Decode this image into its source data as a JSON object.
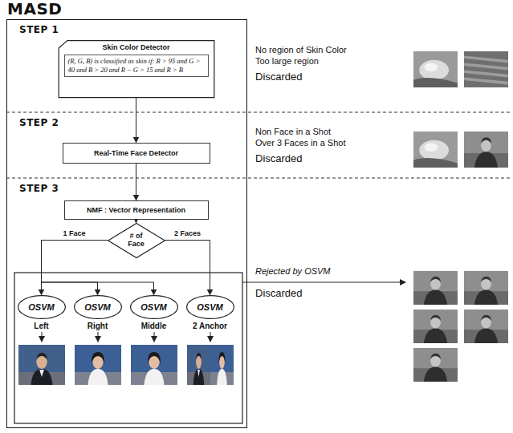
{
  "diagram": {
    "nodes": [
      {
        "text": [
          "MASD"
        ]
      },
      {
        "text": [
          "Skin Color Detector",
          "(R, G, B) is classified as skin if: R > 95 and G > 40 and B > 20 and R − G > 15 and R > B"
        ],
        "in": 0
      },
      {
        "text": [
          "Real-Time Face Detector"
        ],
        "in": 0
      },
      {
        "text": [
          "NMF : Vector Representation"
        ],
        "in": 0
      },
      {
        "text": [
          "# of Face"
        ],
        "in": 0
      },
      {
        "text": [
          "OSVM",
          "Left"
        ],
        "in": 0
      },
      {
        "text": [
          "OSVM",
          "Right"
        ],
        "in": 0
      },
      {
        "text": [
          "OSVM",
          "Middle"
        ],
        "in": 0
      },
      {
        "text": [
          "OSVM",
          "2 Anchor"
        ],
        "in": 0
      }
    ],
    "edges": [
      {
        "from": 1,
        "to": 2,
        "arrow": "to"
      },
      {
        "from": 2,
        "to": 3,
        "arrow": "to"
      },
      {
        "from": 3,
        "to": 4,
        "arrow": "to"
      },
      {
        "from": 4,
        "to": 5,
        "label": "1 Face",
        "arrow": "to"
      },
      {
        "from": 4,
        "to": 6,
        "arrow": "to"
      },
      {
        "from": 4,
        "to": 7,
        "arrow": "to"
      },
      {
        "from": 4,
        "to": 8,
        "label": "2 Faces",
        "arrow": "to"
      }
    ],
    "labels": [
      "STEP 1",
      "STEP 2",
      "STEP 3",
      "No region of Skin Color",
      "Too large region",
      "Discarded",
      "Non Face in a Shot",
      "Over 3 Faces in a Shot",
      "Discarded",
      "Rejected by OSVM",
      "Discarded"
    ]
  }
}
